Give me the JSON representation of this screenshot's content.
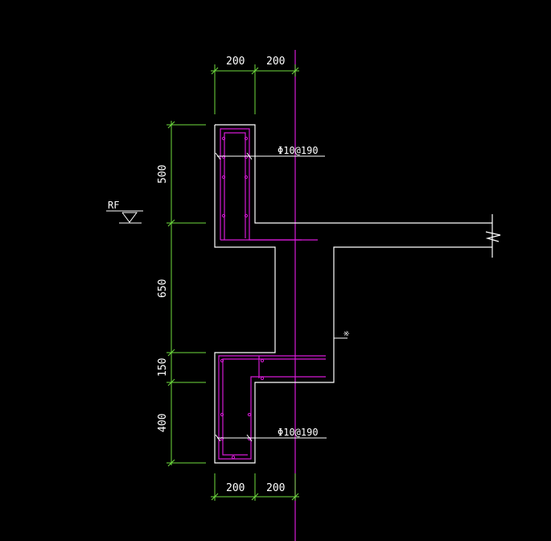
{
  "colors": {
    "background": "#000000",
    "dimension": "#6fdc3e",
    "outline": "#ffffff",
    "rebar": "#d61ad6"
  },
  "dimensions": {
    "top_left_width": "200",
    "top_right_width": "200",
    "bottom_left_width": "200",
    "bottom_right_width": "200",
    "upper_height": "500",
    "middle_height": "650",
    "lower_ledge_height": "150",
    "lower_height": "400"
  },
  "annotations": {
    "upper_rebar": "Φ10@190",
    "lower_rebar": "Φ10@190",
    "level_mark": "RF",
    "small_note": "※"
  }
}
